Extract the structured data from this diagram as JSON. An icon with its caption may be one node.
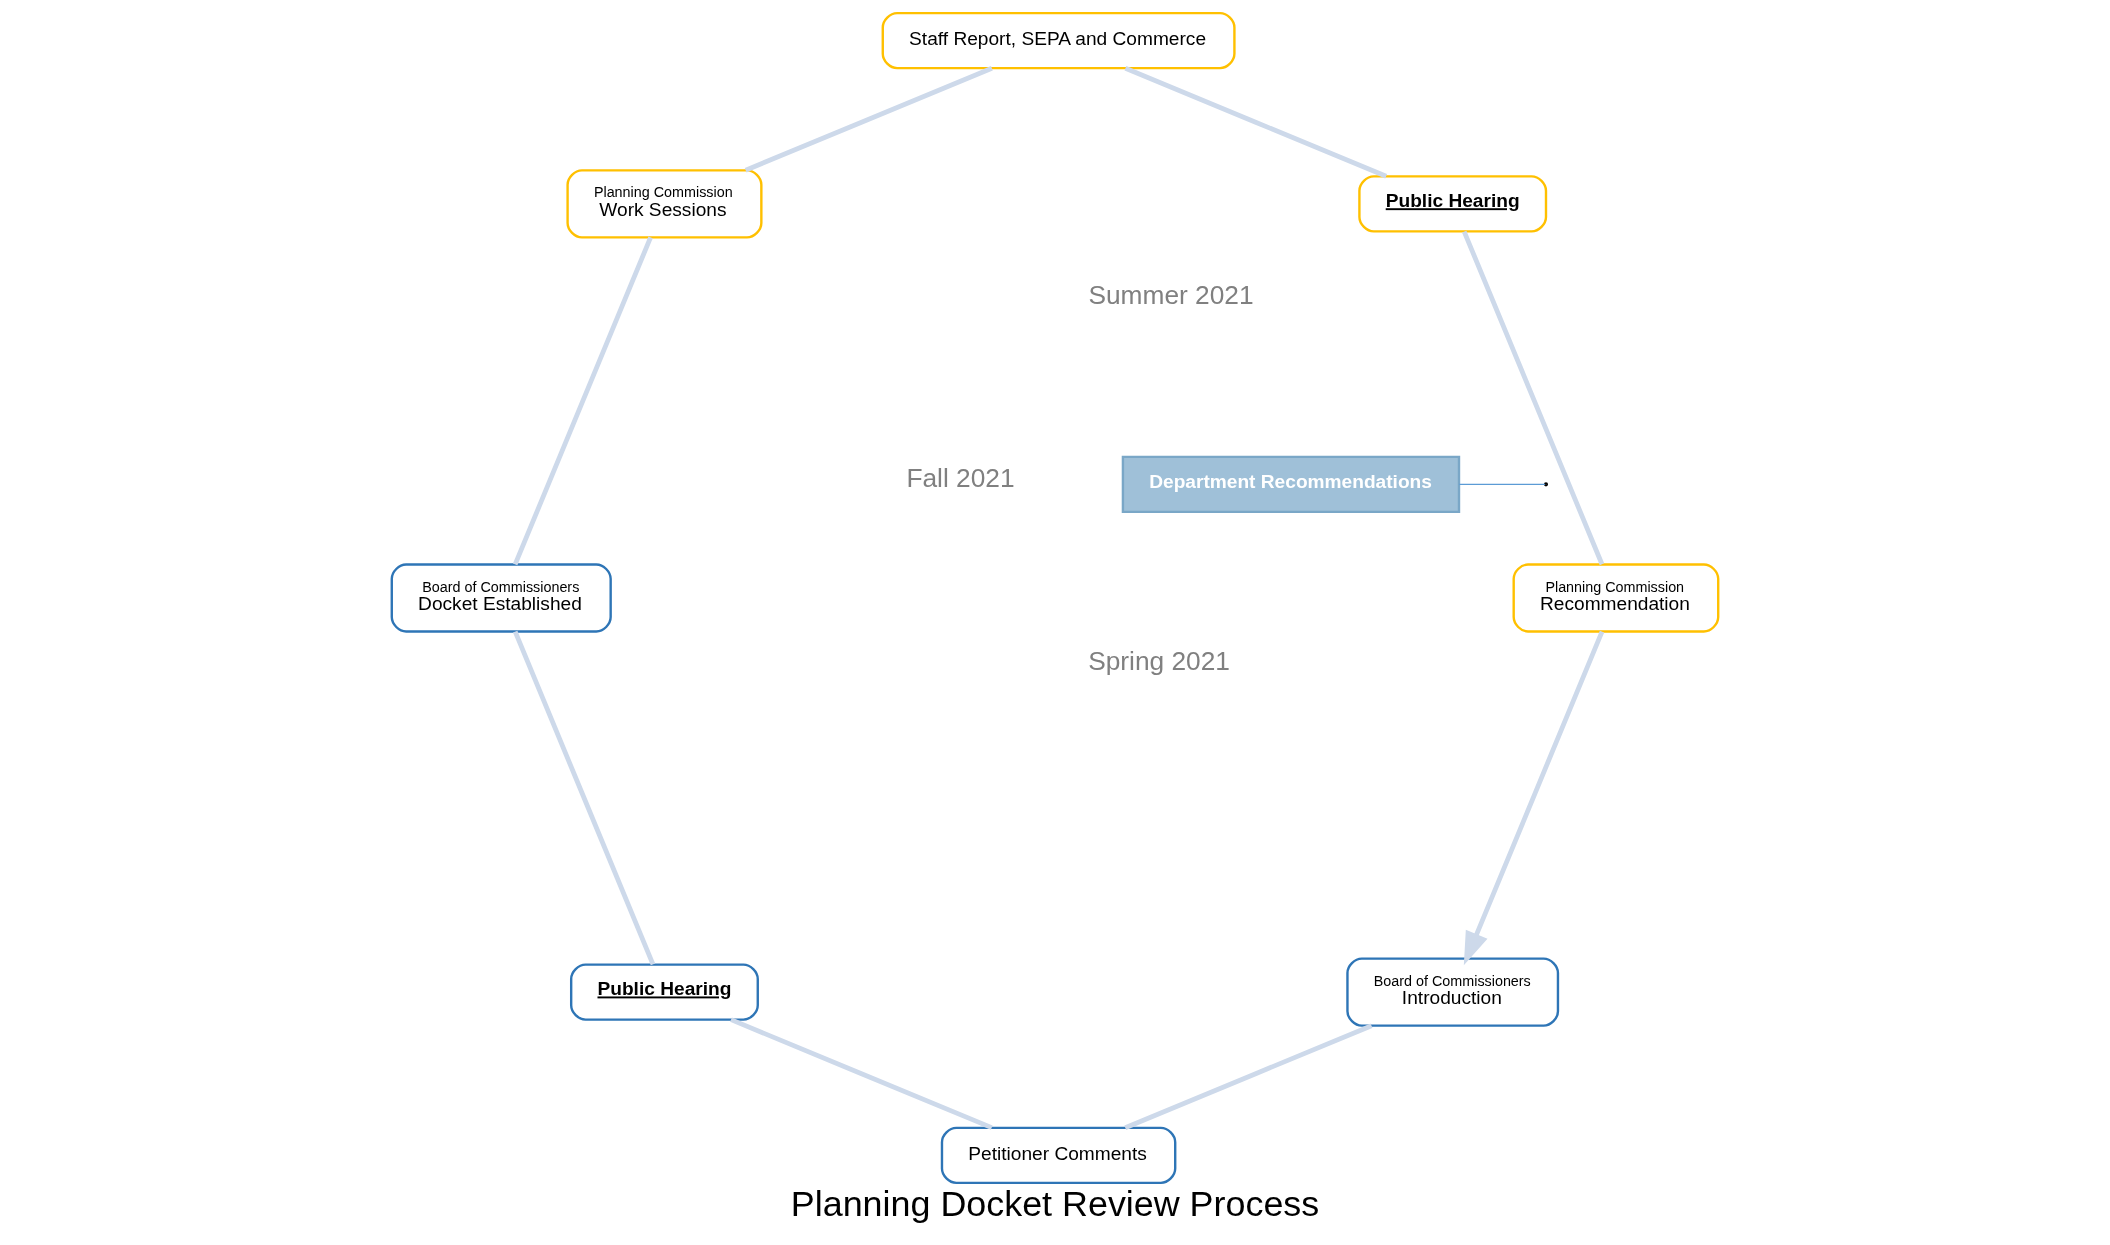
{
  "diagram": {
    "title": "Planning Docket Review Process",
    "nodes": [
      {
        "text": [
          "Board of Commissioners",
          "Introduction"
        ]
      },
      {
        "text": [
          "Department Recommendations"
        ]
      },
      {
        "text": [
          "Petitioner Comments"
        ]
      },
      {
        "text": [
          "Public Hearing"
        ]
      },
      {
        "text": [
          "Board of Commissioners",
          "Docket Established"
        ]
      },
      {
        "text": [
          "Planning Commission",
          "Work Sessions"
        ]
      },
      {
        "text": [
          "Staff Report, SEPA and Commerce"
        ]
      },
      {
        "text": [
          "Public Hearing"
        ]
      },
      {
        "text": [
          "Planning Commission",
          "Recommendation"
        ]
      }
    ],
    "edges": [
      {
        "from": 0,
        "to": 2,
        "arrow": "none"
      },
      {
        "from": 2,
        "to": 3,
        "arrow": "none"
      },
      {
        "from": 3,
        "to": 4,
        "arrow": "none"
      },
      {
        "from": 4,
        "to": 5,
        "arrow": "none"
      },
      {
        "from": 5,
        "to": 6,
        "arrow": "none"
      },
      {
        "from": 6,
        "to": 7,
        "arrow": "none"
      },
      {
        "from": 7,
        "to": 8,
        "arrow": "none"
      },
      {
        "from": 8,
        "to": 0,
        "arrow": "to"
      },
      {
        "from": 1,
        "to": null,
        "arrow": "none",
        "color": "#5b9bd5"
      }
    ],
    "labels": [
      "Fall 2021",
      "Spring 2021",
      "Summer 2021"
    ]
  }
}
